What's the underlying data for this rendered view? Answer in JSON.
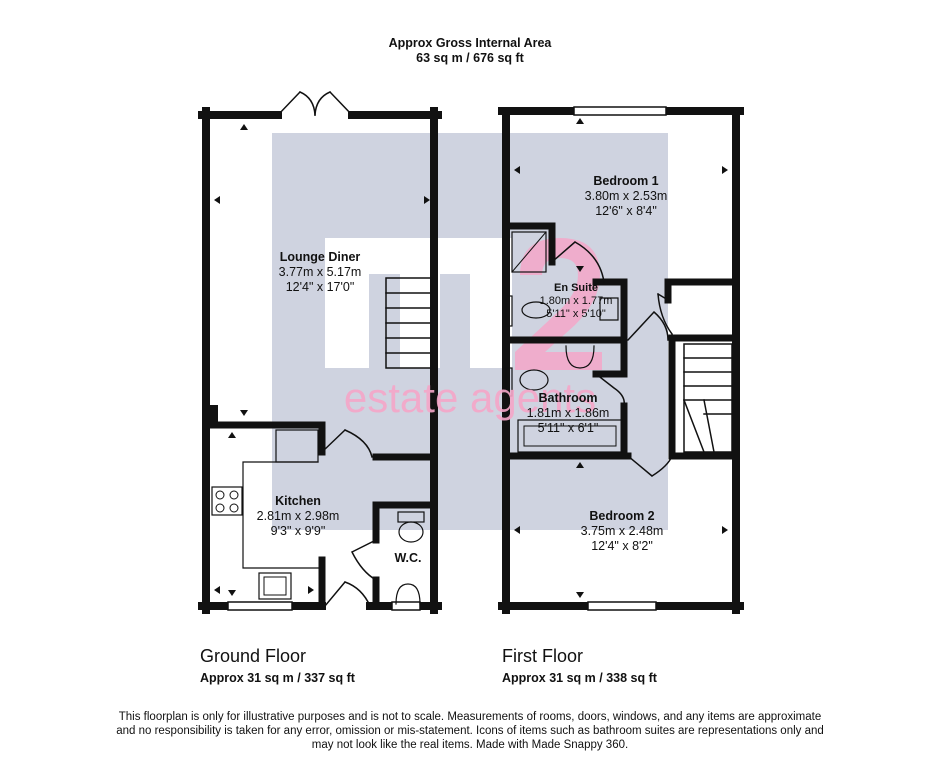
{
  "header": {
    "title": "Approx Gross Internal Area",
    "area": "63 sq m / 676 sq ft"
  },
  "ground_floor": {
    "name": "Ground Floor",
    "area": "Approx 31 sq m / 337 sq ft",
    "rooms": {
      "lounge": {
        "name": "Lounge Diner",
        "metric": "3.77m x 5.17m",
        "imperial": "12'4\" x 17'0\""
      },
      "kitchen": {
        "name": "Kitchen",
        "metric": "2.81m x 2.98m",
        "imperial": "9'3\" x 9'9\""
      },
      "wc": {
        "name": "W.C."
      }
    }
  },
  "first_floor": {
    "name": "First Floor",
    "area": "Approx 31 sq m / 338 sq ft",
    "rooms": {
      "bedroom1": {
        "name": "Bedroom 1",
        "metric": "3.80m x 2.53m",
        "imperial": "12'6\" x 8'4\""
      },
      "ensuite": {
        "name": "En Suite",
        "metric": "1.80m x 1.77m",
        "imperial": "5'11\" x 5'10\""
      },
      "bathroom": {
        "name": "Bathroom",
        "metric": "1.81m x 1.86m",
        "imperial": "5'11\" x 6'1\""
      },
      "bedroom2": {
        "name": "Bedroom 2",
        "metric": "3.75m x 2.48m",
        "imperial": "12'4\" x 8'2\""
      }
    }
  },
  "watermark": {
    "logo": "m2",
    "text": "estate agents"
  },
  "disclaimer": {
    "line1": "This floorplan is only for illustrative purposes and is not to scale. Measurements of rooms, doors, windows, and any items are approximate",
    "line2": "and no responsibility is taken for any error, omission or mis-statement. Icons of items such as bathroom suites are representations only and",
    "line3": "may not look like the real items. Made with Made Snappy 360."
  },
  "colors": {
    "wall": "#111111",
    "watermark_block": "#cfd3e0",
    "watermark_pink": "#f5a6c8"
  }
}
